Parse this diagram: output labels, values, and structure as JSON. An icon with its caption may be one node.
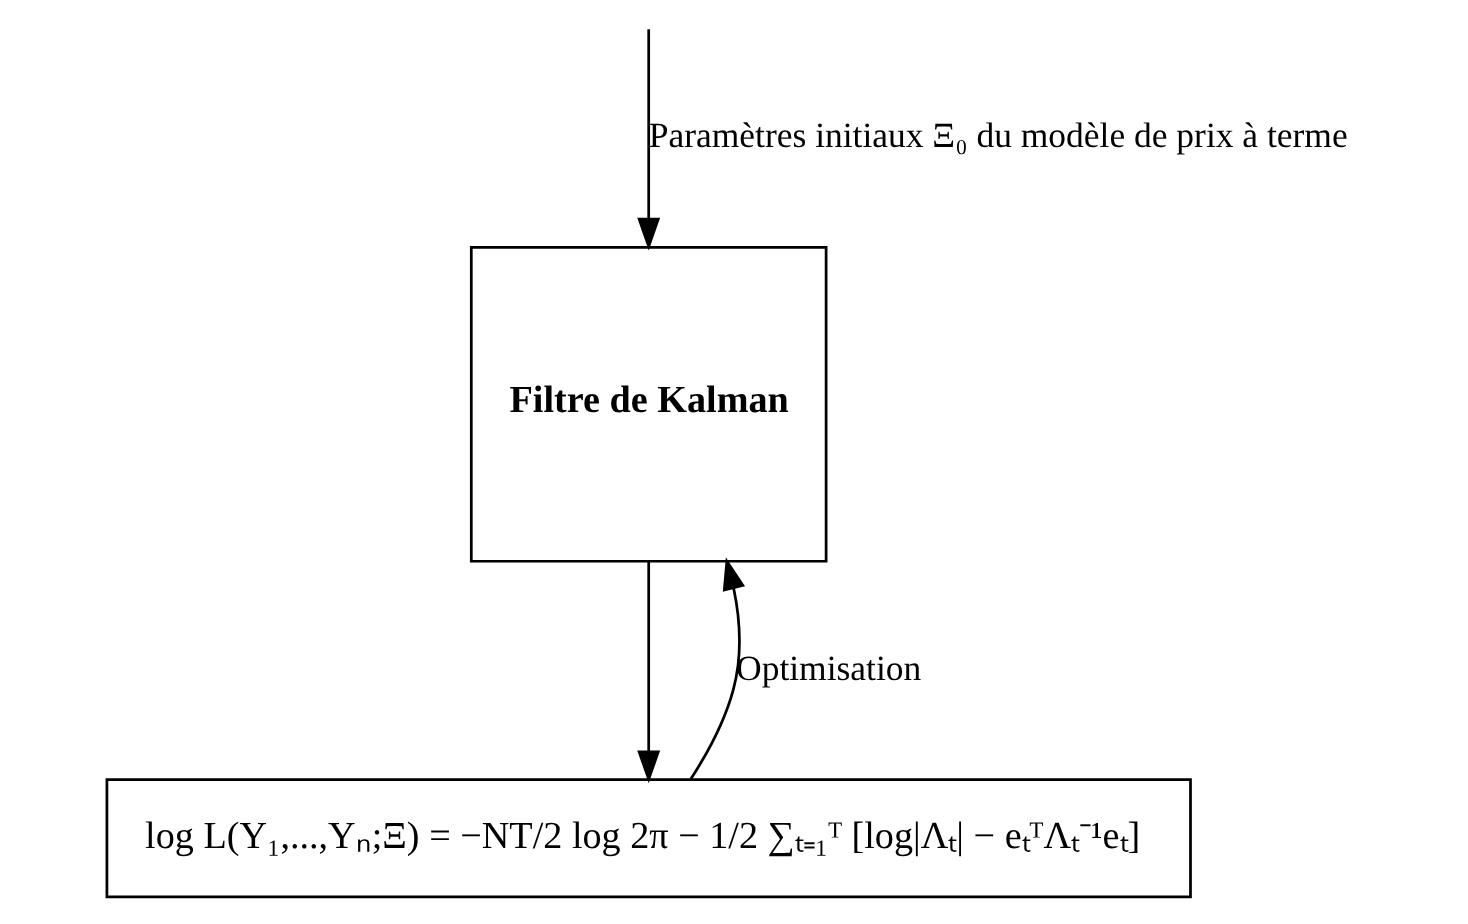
{
  "diagram": {
    "nodes": [
      {
        "text": [
          "Filtre de Kalman"
        ]
      },
      {
        "text": [
          "log L(Y₁,...,Yₙ;Ξ) = −NT/2 log 2π − 1/2 ∑ₜ₌₁ᵀ [log|Λₜ| − eₜᵀΛₜ⁻¹eₜ]"
        ]
      }
    ],
    "edges": [
      {
        "from": null,
        "to": 0,
        "arrow": "to",
        "label": "Paramètres initiaux Ξ₀ du modèle de prix à terme"
      },
      {
        "from": 0,
        "to": 1,
        "arrow": "to"
      },
      {
        "from": 1,
        "to": 0,
        "arrow": "to",
        "label": "Optimisation"
      }
    ]
  }
}
